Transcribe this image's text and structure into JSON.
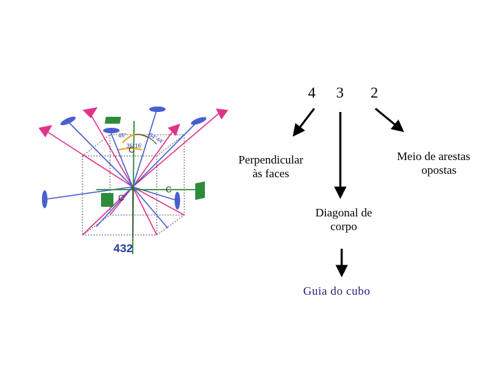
{
  "numbers": {
    "four": "4",
    "three": "3",
    "two": "2"
  },
  "labels": {
    "perpendicular_line1": "Perpendicular",
    "perpendicular_line2": "às faces",
    "edges_line1": "Meio de arestas",
    "edges_line2": "opostas",
    "diagonal_line1": "Diagonal de",
    "diagonal_line2": "corpo",
    "guide": "Guia do cubo"
  },
  "figure": {
    "symmetry_label": "432",
    "annotation_c": "C",
    "angle_marks": [
      "45°",
      "35°16'",
      "54°44'"
    ]
  },
  "colors": {
    "fourfold_axis": "#2e8b3a",
    "threefold_axis": "#e0348a",
    "twofold_axis": "#4a5fcf",
    "arrow": "#000000",
    "cube_edges": "#555555",
    "angle_arc": "#e8a21b"
  }
}
